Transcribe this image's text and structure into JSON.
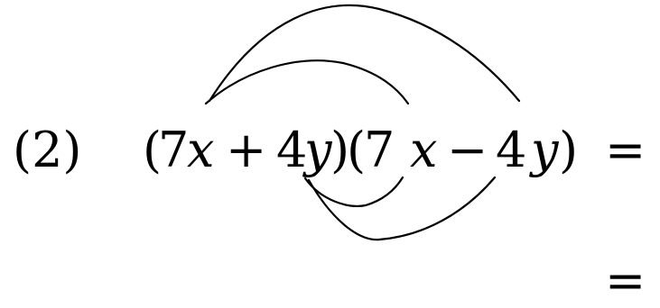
{
  "problem": {
    "number_label": "(2)",
    "expression": {
      "open_paren_1": "(",
      "coef_1": "7",
      "var_1": "x",
      "op_1": "+",
      "coef_2": "4",
      "var_2": "y",
      "close_paren_1": ")",
      "open_paren_2": "(",
      "coef_3": "7",
      "var_3": "x",
      "op_2": "−",
      "coef_4": "4",
      "var_4": "y",
      "close_paren_2": ")"
    },
    "equals_1": "=",
    "equals_2": "="
  },
  "colors": {
    "ink": "#000000",
    "background": "#ffffff"
  }
}
